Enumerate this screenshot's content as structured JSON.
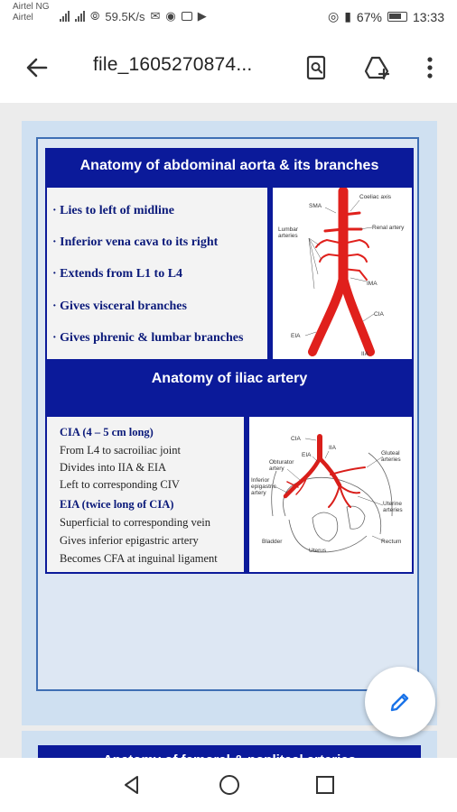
{
  "status_bar": {
    "carrier_1": "Airtel NG",
    "carrier_2": "Airtel",
    "speed": "59.5K/s",
    "battery": "67%",
    "time": "13:33"
  },
  "toolbar": {
    "title": "file_1605270874...",
    "back_icon": "arrow-left-icon",
    "search_icon": "search-in-document-icon",
    "drive_icon": "add-to-drive-icon",
    "more_icon": "more-vertical-icon"
  },
  "slide": {
    "section1_title": "Anatomy of abdominal aorta & its branches",
    "section1_items": [
      "Lies to left of midline",
      "Inferior vena cava to its right",
      "Extends from L1 to L4",
      "Gives visceral branches",
      "Gives phrenic & lumbar branches"
    ],
    "diagram1_labels": {
      "coeliac": "Coeliac axis",
      "sma": "SMA",
      "renal": "Renal artery",
      "lumbar": "Lumbar\narteries",
      "ima": "IMA",
      "cia": "CIA",
      "eia": "EIA",
      "iia": "IIA"
    },
    "section2_title": "Anatomy of iliac artery",
    "section2_items": [
      "CIA (4 – 5 cm long)",
      "From L4 to sacroiliac joint",
      "Divides into IIA & EIA",
      "Left to corresponding CIV",
      "EIA (twice long of CIA)",
      "Superficial to corresponding vein",
      "Gives inferior epigastric artery",
      "Becomes CFA at inguinal ligament"
    ],
    "diagram2_labels": {
      "cia": "CIA",
      "eia": "EIA",
      "iia": "IIA",
      "obturator": "Obturator\nartery",
      "inf_epigastric": "Inferior\nepigastric\nartery",
      "gluteal": "Gluteal\narteries",
      "uterine": "Uterine\narteries",
      "bladder": "Bladder",
      "uterus": "Uterus",
      "rectum": "Rectum"
    },
    "next_page_title": "Anatomy of femoral & popliteal arteries"
  },
  "fab": {
    "icon": "edit-pencil-icon"
  },
  "nav_bar": {
    "back_icon": "nav-back-triangle-icon",
    "home_icon": "nav-home-circle-icon",
    "recents_icon": "nav-recents-square-icon"
  },
  "colors": {
    "band_blue": "#0b1a9a",
    "page_bg": "#cfe0f1",
    "artery_red": "#e0201c",
    "fab_accent": "#1a73e8"
  }
}
